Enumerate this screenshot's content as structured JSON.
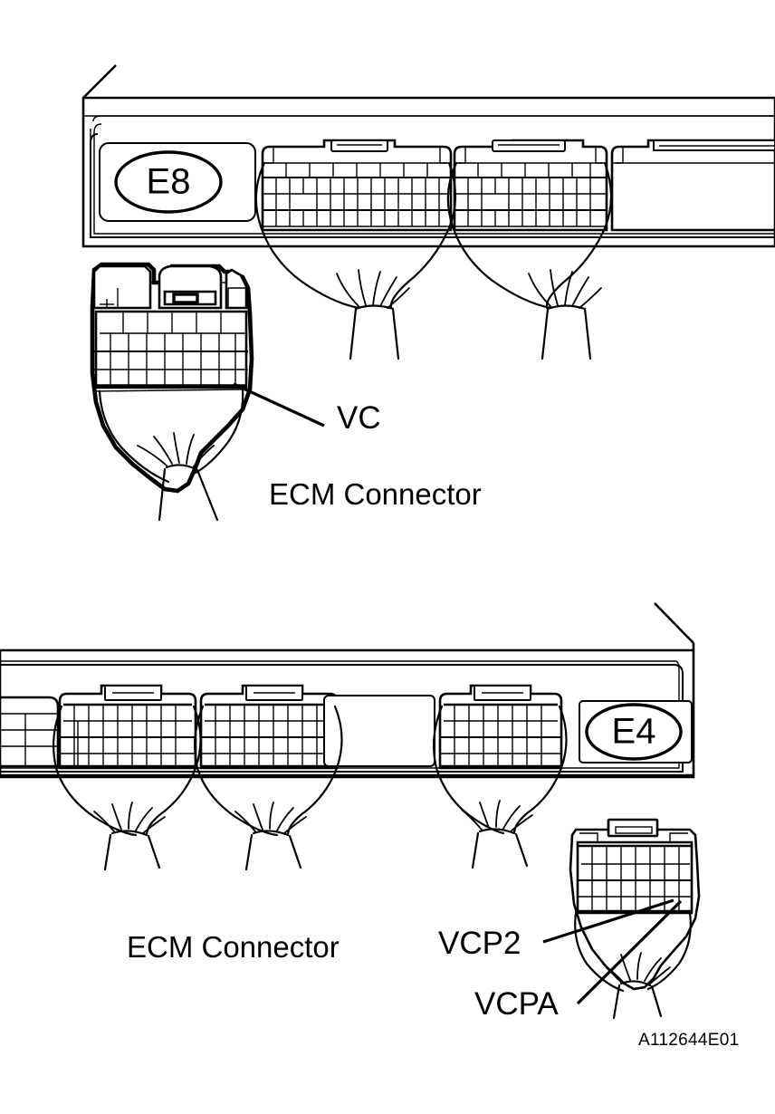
{
  "figure": {
    "reference_code": "A112644E01",
    "type": "automotive-wiring-connector-diagram"
  },
  "panels": [
    {
      "id": "upper",
      "ecu_badge": "E8",
      "caption": "ECM Connector",
      "pin_labels": [
        {
          "name": "VC"
        }
      ]
    },
    {
      "id": "lower",
      "ecu_badge": "E4",
      "caption": "ECM Connector",
      "pin_labels": [
        {
          "name": "VCP2"
        },
        {
          "name": "VCPA"
        }
      ]
    }
  ],
  "labels": {
    "e8_badge": "E8",
    "e4_badge": "E4",
    "vc": "VC",
    "vcp2": "VCP2",
    "vcpa": "VCPA",
    "ecm_connector_upper": "ECM Connector",
    "ecm_connector_lower": "ECM Connector",
    "code": "A112644E01"
  },
  "colors": {
    "ink": "#000000",
    "paper": "#ffffff"
  }
}
